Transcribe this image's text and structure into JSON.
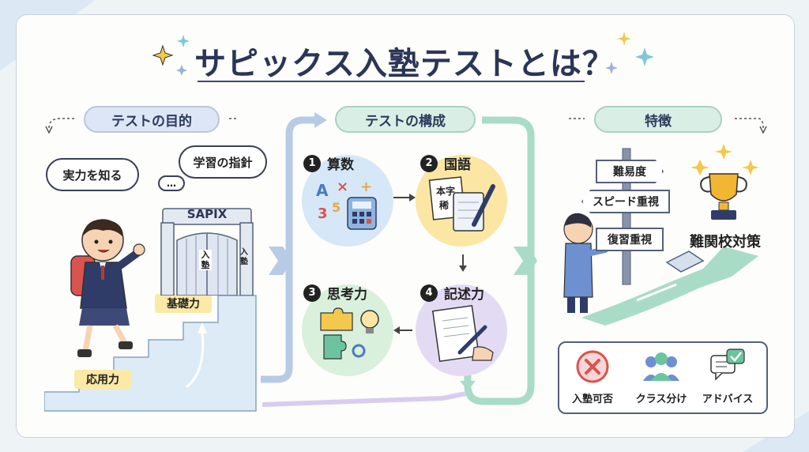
{
  "title": "サピックス入塾テストとは？",
  "sections": {
    "purpose": "テストの目的",
    "structure": "テストの構成",
    "features": "特徴"
  },
  "purpose": {
    "bubble1": "実力を知る",
    "bubble2": "学習の指針",
    "school_sign": "SAPIX",
    "gate_left": "入塾",
    "gate_right": "入塾",
    "step_upper": "基礎力",
    "step_lower": "応用力"
  },
  "structure": {
    "subjects": [
      {
        "num": "1",
        "label": "算数"
      },
      {
        "num": "2",
        "label": "国語"
      },
      {
        "num": "3",
        "label": "思考力"
      },
      {
        "num": "4",
        "label": "記述力"
      }
    ],
    "kokugo_card": "本字\n稀"
  },
  "features": {
    "signs": [
      "難易度",
      "スピード重視",
      "復習重視"
    ],
    "goal": "難関校対策",
    "results": [
      {
        "label": "入塾可否",
        "icon": "cross-icon"
      },
      {
        "label": "クラス分け",
        "icon": "group-icon"
      },
      {
        "label": "アドバイス",
        "icon": "chat-check-icon"
      }
    ]
  },
  "colors": {
    "title": "#2b3556",
    "pill_blue": "#dde6f6",
    "pill_green": "#d9efe6",
    "yellow_label": "#fbe9a6",
    "path_green": "#a9dcc6"
  }
}
